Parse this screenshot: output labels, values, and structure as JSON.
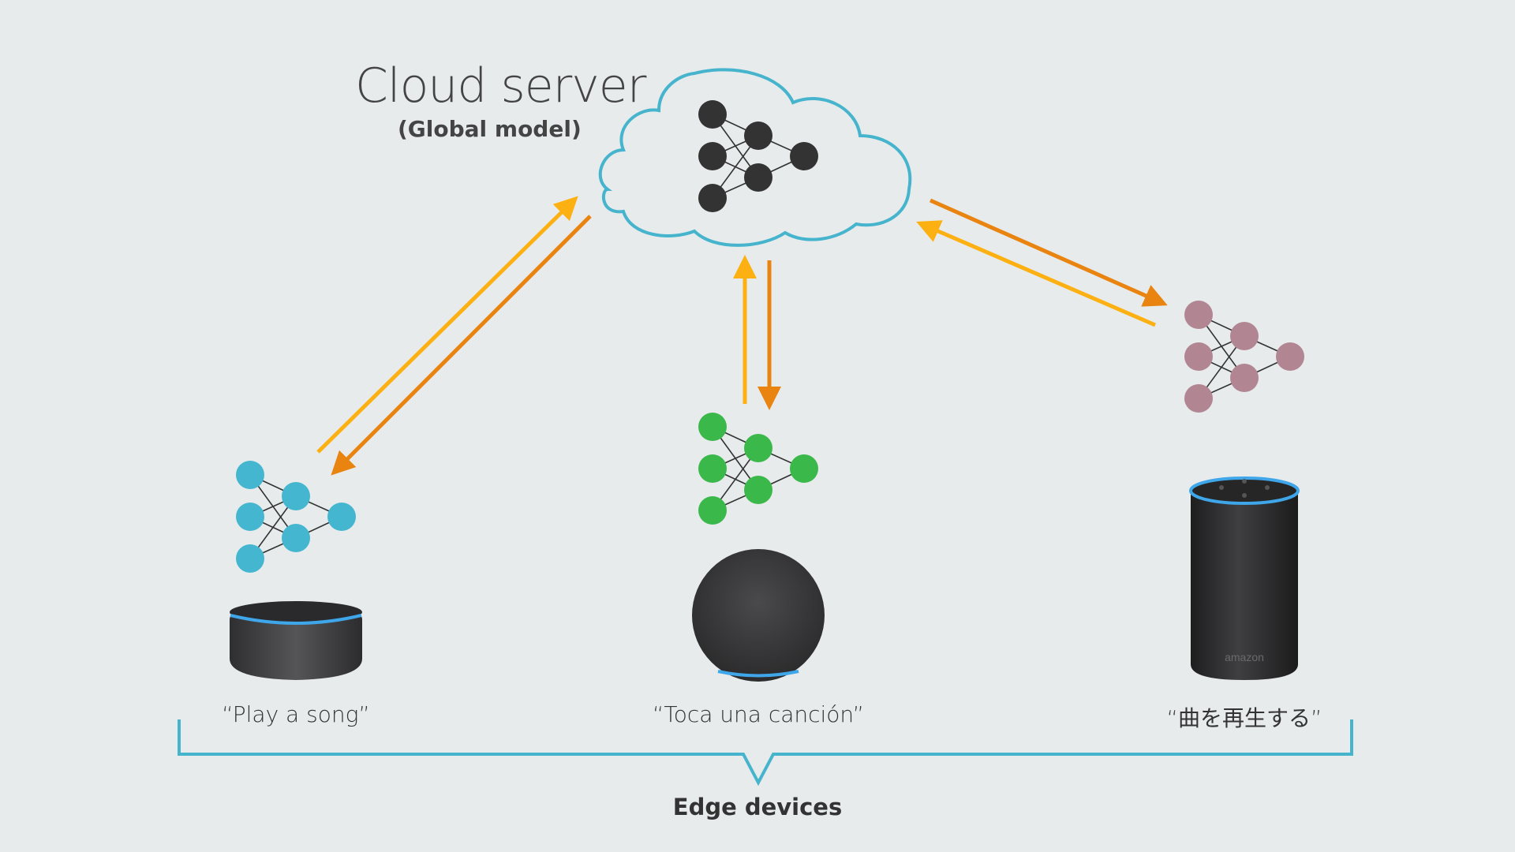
{
  "title": "Cloud server",
  "subtitle": "(Global model)",
  "cloud": {
    "label": "cloud-icon",
    "outline_color": "#45b4cc",
    "model_node_color": "#333333"
  },
  "arrows": {
    "upload_color": "#fdb012",
    "download_color": "#e8840f"
  },
  "devices": [
    {
      "name": "echo-dot",
      "caption": "“Play a song”",
      "model_color": "#44b6cf"
    },
    {
      "name": "echo-round",
      "caption": "“Toca una canción”",
      "model_color": "#3bb84a"
    },
    {
      "name": "echo-tall",
      "caption": "“曲を再生する”",
      "model_color": "#b28592",
      "brand": "amazon"
    }
  ],
  "bracket": {
    "label": "Edge devices",
    "color": "#45b4cc"
  }
}
